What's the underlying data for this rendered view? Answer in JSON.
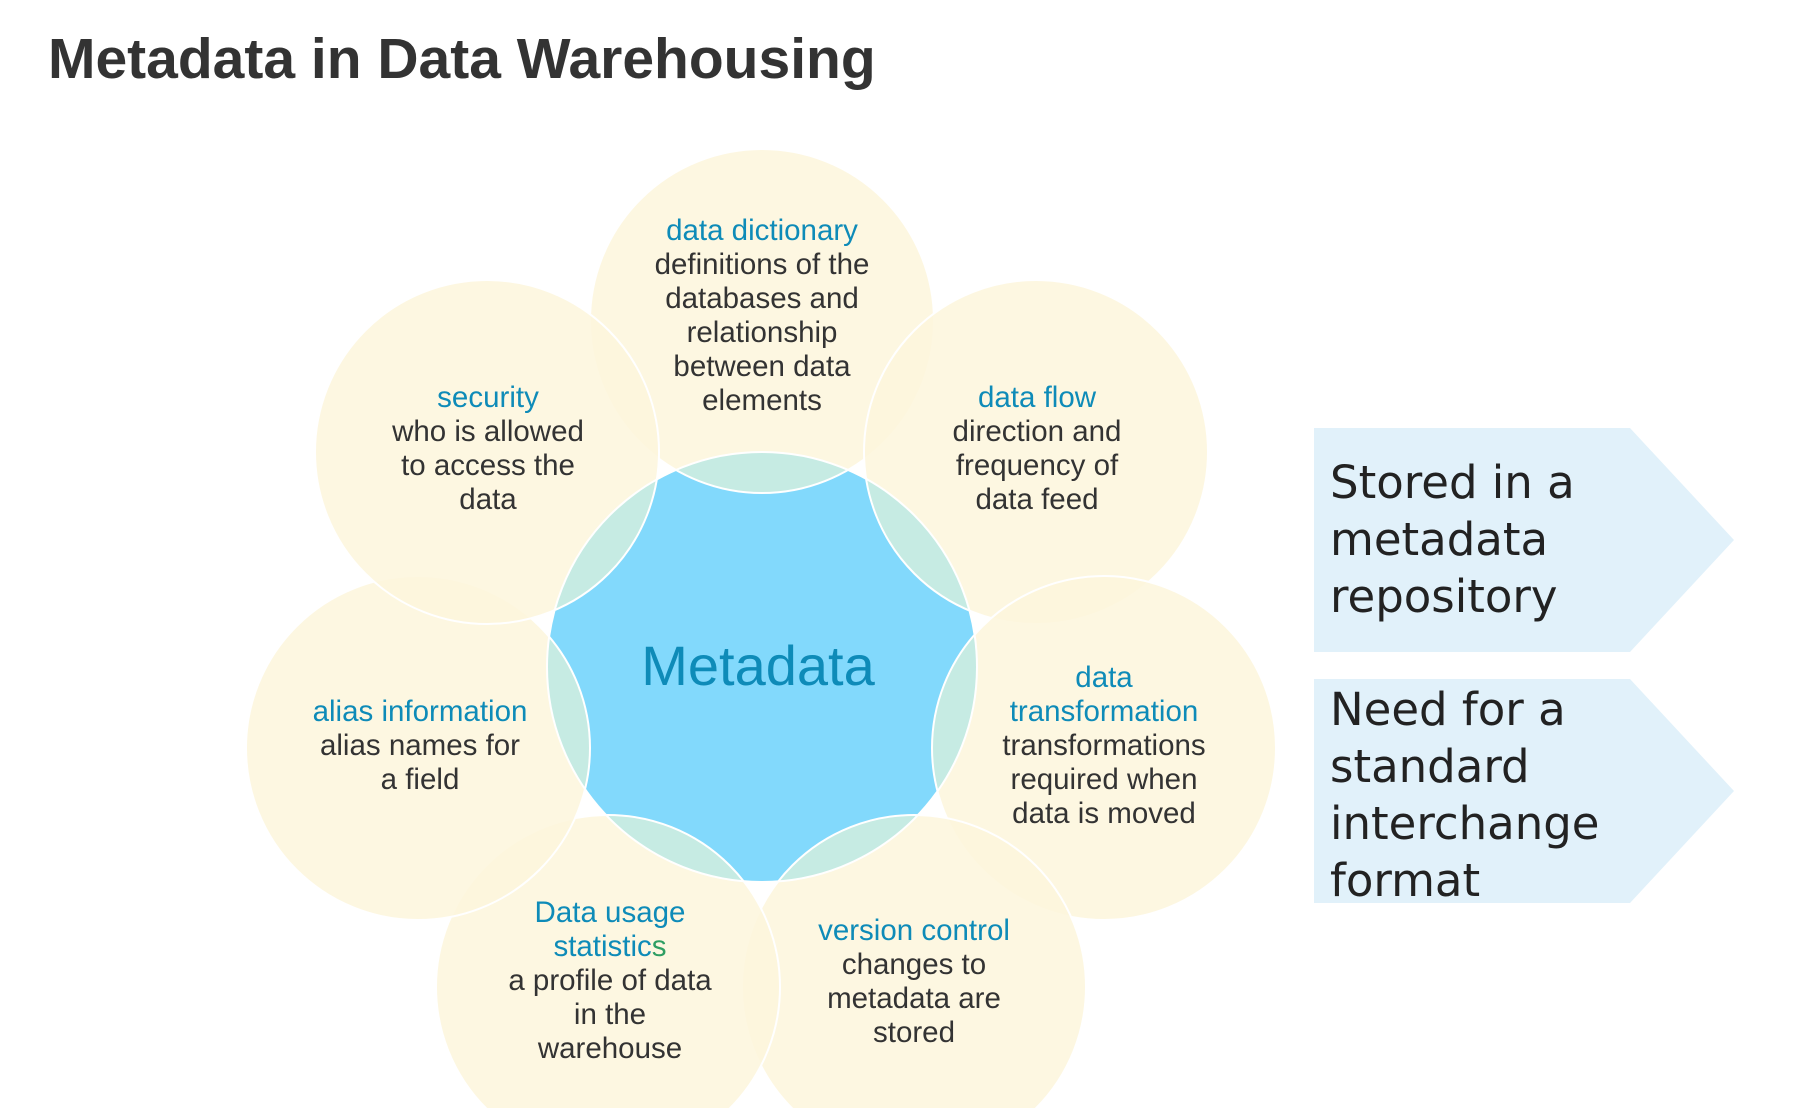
{
  "title": "Metadata in Data Warehousing",
  "center": {
    "label": "Metadata"
  },
  "colors": {
    "petal_fill": "#fdf6dc",
    "petal_overlap": "#fbefc8",
    "center_fill": "#82d9fc",
    "center_overlap": "#c6ebe3",
    "heading": "#0e8bb8",
    "accent_green": "#2e9e63",
    "body_text": "#333333",
    "arrow_fill": "#e1f1fa"
  },
  "petals": [
    {
      "id": "data-dictionary",
      "heading": [
        "data dictionary"
      ],
      "body": [
        "definitions of the",
        "databases and",
        "relationship",
        "between data",
        "elements"
      ]
    },
    {
      "id": "data-flow",
      "heading": [
        "data flow"
      ],
      "body": [
        "direction and",
        "frequency of",
        "data feed"
      ]
    },
    {
      "id": "data-transformation",
      "heading": [
        "data",
        "transformation"
      ],
      "body": [
        "transformations",
        "required when",
        "data is moved"
      ]
    },
    {
      "id": "version-control",
      "heading": [
        "version control"
      ],
      "body": [
        "changes to",
        "metadata are",
        "stored"
      ]
    },
    {
      "id": "data-usage-statistics",
      "heading": [
        "Data usage",
        "statistic"
      ],
      "heading_accent": "s",
      "body": [
        "a profile of data",
        "in the",
        "warehouse"
      ]
    },
    {
      "id": "alias-information",
      "heading": [
        "alias information"
      ],
      "body": [
        "alias names for",
        "a field"
      ]
    },
    {
      "id": "security",
      "heading": [
        "security"
      ],
      "body": [
        "who is allowed",
        "to access the",
        "data"
      ]
    }
  ],
  "callouts": [
    {
      "lines": [
        "Stored in a",
        "metadata",
        "repository"
      ]
    },
    {
      "lines": [
        "Need for a",
        "standard",
        "interchange",
        "format"
      ]
    }
  ]
}
